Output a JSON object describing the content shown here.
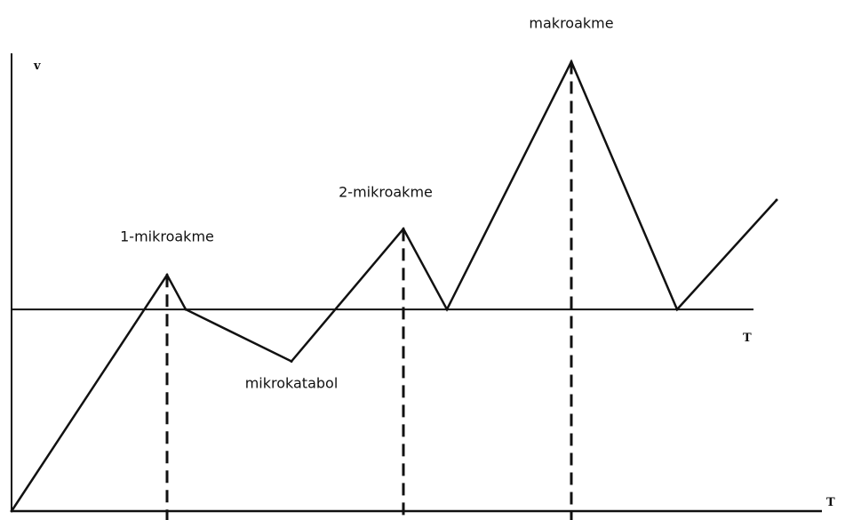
{
  "chart_data": {
    "type": "line",
    "ylabel": "v",
    "xlabel": "T",
    "zero_line_label": "T",
    "x": [
      0,
      2.5,
      2.8,
      4.5,
      6.3,
      7,
      9,
      10.7,
      12.3
    ],
    "y": [
      -3.5,
      0.6,
      0,
      -0.9,
      1.4,
      0,
      4.3,
      0,
      1.9
    ],
    "xlim": [
      0,
      13.5
    ],
    "ylim": [
      -3.5,
      4.6
    ],
    "annotations": [
      {
        "text": "1-mikroakme",
        "x": 2.5,
        "y": 0.6
      },
      {
        "text": "mikrokatabol",
        "x": 4.5,
        "y": -0.9
      },
      {
        "text": "2-mikroakme",
        "x": 6.3,
        "y": 1.4
      },
      {
        "text": "makroakme",
        "x": 9,
        "y": 4.3
      }
    ],
    "dashed_drop_lines_x": [
      2.5,
      6.3,
      9
    ],
    "grid": false
  },
  "colors": {
    "ink": "#111111",
    "background": "#ffffff"
  }
}
